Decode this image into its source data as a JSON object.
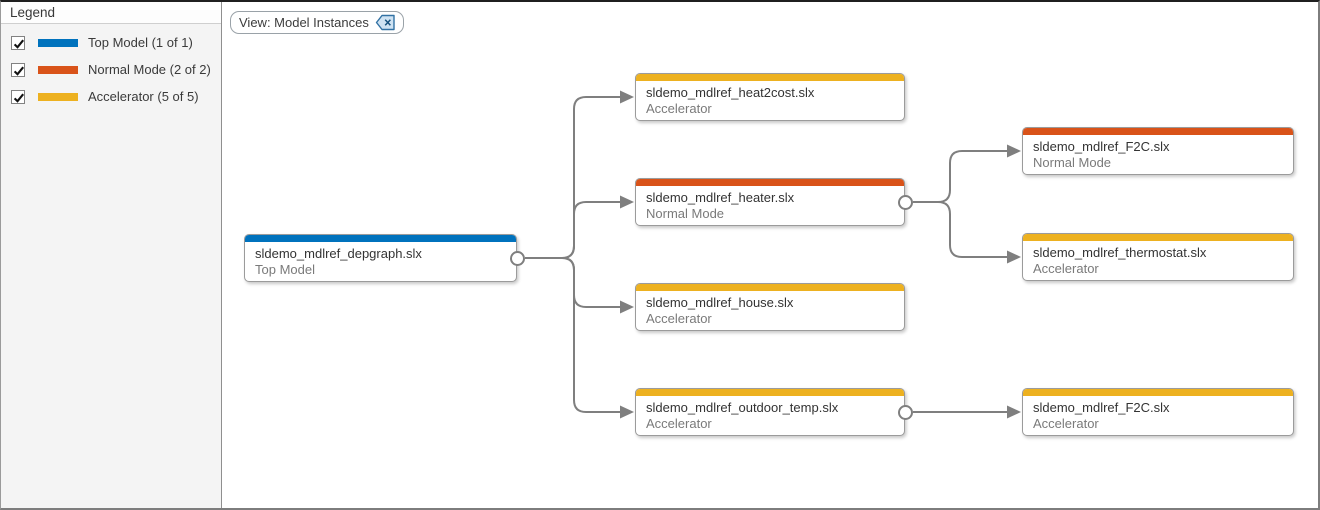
{
  "legend": {
    "title": "Legend",
    "items": [
      {
        "label": "Top Model (1 of 1)",
        "color": "#0072bd",
        "checked": true
      },
      {
        "label": "Normal Mode (2 of 2)",
        "color": "#d95319",
        "checked": true
      },
      {
        "label": "Accelerator (5 of 5)",
        "color": "#edb120",
        "checked": true
      }
    ]
  },
  "toolbar": {
    "view_filter_label": "View: Model Instances",
    "clear_filter_icon": "backspace-x-icon"
  },
  "colors": {
    "top_model": "#0072bd",
    "normal_mode": "#d95319",
    "accelerator": "#edb120",
    "edge": "#7f7f7f"
  },
  "graph": {
    "nodes": [
      {
        "title": "sldemo_mdlref_depgraph.slx",
        "subtitle": "Top Model",
        "type": "top_model"
      },
      {
        "title": "sldemo_mdlref_heat2cost.slx",
        "subtitle": "Accelerator",
        "type": "accelerator"
      },
      {
        "title": "sldemo_mdlref_heater.slx",
        "subtitle": "Normal Mode",
        "type": "normal_mode"
      },
      {
        "title": "sldemo_mdlref_house.slx",
        "subtitle": "Accelerator",
        "type": "accelerator"
      },
      {
        "title": "sldemo_mdlref_outdoor_temp.slx",
        "subtitle": "Accelerator",
        "type": "accelerator"
      },
      {
        "title": "sldemo_mdlref_F2C.slx",
        "subtitle": "Normal Mode",
        "type": "normal_mode"
      },
      {
        "title": "sldemo_mdlref_thermostat.slx",
        "subtitle": "Accelerator",
        "type": "accelerator"
      },
      {
        "title": "sldemo_mdlref_F2C.slx",
        "subtitle": "Accelerator",
        "type": "accelerator"
      }
    ],
    "edges": [
      {
        "from": "sldemo_mdlref_depgraph.slx",
        "to": "sldemo_mdlref_heat2cost.slx"
      },
      {
        "from": "sldemo_mdlref_depgraph.slx",
        "to": "sldemo_mdlref_heater.slx"
      },
      {
        "from": "sldemo_mdlref_depgraph.slx",
        "to": "sldemo_mdlref_house.slx"
      },
      {
        "from": "sldemo_mdlref_depgraph.slx",
        "to": "sldemo_mdlref_outdoor_temp.slx"
      },
      {
        "from": "sldemo_mdlref_heater.slx",
        "to": "sldemo_mdlref_F2C.slx (Normal Mode)"
      },
      {
        "from": "sldemo_mdlref_heater.slx",
        "to": "sldemo_mdlref_thermostat.slx"
      },
      {
        "from": "sldemo_mdlref_outdoor_temp.slx",
        "to": "sldemo_mdlref_F2C.slx (Accelerator)"
      }
    ]
  }
}
